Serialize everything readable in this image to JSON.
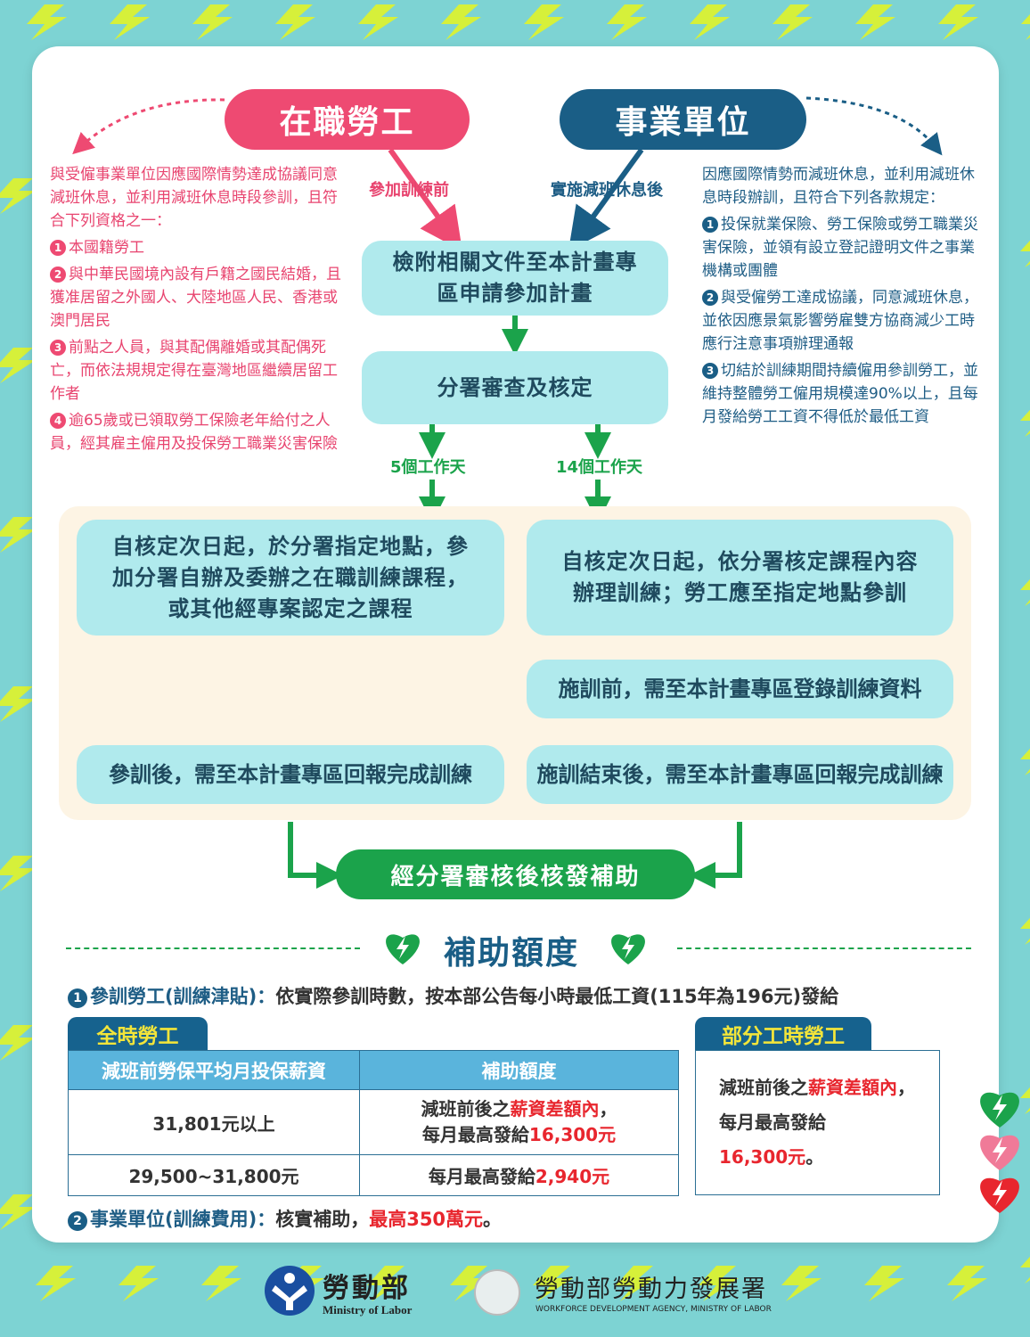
{
  "colors": {
    "background": "#7dd3d3",
    "bolt": "#d6f03a",
    "worker": "#ee4a72",
    "employer": "#1a5e86",
    "green": "#1ba34b",
    "red": "#e8262e"
  },
  "header": {
    "worker_title": "在職勞工",
    "employer_title": "事業單位",
    "worker_arrow_label": "參加訓練前",
    "employer_arrow_label": "實施減班休息後"
  },
  "worker": {
    "intro": "與受僱事業單位因應國際情勢達成協議同意減班休息，並利用減班休息時段參訓，且符合下列資格之一：",
    "items": [
      {
        "num": "1",
        "text": "本國籍勞工"
      },
      {
        "num": "2",
        "text": "與中華民國境內設有戶籍之國民結婚，且獲准居留之外國人、大陸地區人民、香港或澳門居民"
      },
      {
        "num": "3",
        "text": "前點之人員，與其配偶離婚或其配偶死亡，而依法規規定得在臺灣地區繼續居留工作者"
      },
      {
        "num": "4",
        "text": "逾65歲或已領取勞工保險老年給付之人員，經其雇主僱用及投保勞工職業災害保險"
      }
    ]
  },
  "employer": {
    "intro": "因應國際情勢而減班休息，並利用減班休息時段辦訓，且符合下列各款規定：",
    "items": [
      {
        "num": "1",
        "text": "投保就業保險、勞工保險或勞工職業災害保險，並領有設立登記證明文件之事業機構或團體"
      },
      {
        "num": "2",
        "text": "與受僱勞工達成協議，同意減班休息，並依因應景氣影響勞雇雙方協商減少工時應行注意事項辦理通報"
      },
      {
        "num": "3",
        "text": "切結於訓練期間持續僱用參訓勞工，並維持整體勞工僱用規模達90%以上，且每月發給勞工工資不得低於最低工資"
      }
    ]
  },
  "flow": {
    "apply": "檢附相關文件至本計畫專區申請參加計畫",
    "review": "分署審查及核定",
    "days_left": "5個工作天",
    "days_right": "14個工作天",
    "left_step": "自核定次日起，於分署指定地點，參加分署自辦及委辦之在職訓練課程，或其他經專案認定之課程",
    "left_report": "參訓後，需至本計畫專區回報完成訓練",
    "right_step": "自核定次日起，依分署核定課程內容辦理訓練；勞工應至指定地點參訓",
    "right_register": "施訓前，需至本計畫專區登錄訓練資料",
    "right_report": "施訓結束後，需至本計畫專區回報完成訓練",
    "final": "經分署審核後核發補助"
  },
  "subsidy": {
    "title": "補助額度",
    "item1_num": "1",
    "item1_label": "參訓勞工(訓練津貼)：",
    "item1_text": "依實際參訓時數，按本部公告每小時最低工資(115年為196元)發給",
    "fulltime_tab": "全時勞工",
    "col1": "減班前勞保平均月投保薪資",
    "col2": "補助額度",
    "rows": [
      {
        "range": "31,801元以上",
        "a": "減班前後之",
        "b": "薪資差額內",
        "c": "，",
        "d": "每月最高發給",
        "e": "16,300元"
      },
      {
        "range": "29,500~31,800元",
        "d": "每月最高發給",
        "e": "2,940元"
      }
    ],
    "parttime_tab": "部分工時勞工",
    "pt_a": "減班前後之",
    "pt_b": "薪資差額內",
    "pt_c": "，每月最高發給",
    "pt_d": "16,300元",
    "pt_e": "。",
    "item2_num": "2",
    "item2_label": "事業單位(訓練費用)：",
    "item2_text": "核實補助，",
    "item2_red": "最高350萬元",
    "item2_end": "。"
  },
  "footer": {
    "mol_zh": "勞動部",
    "mol_en": "Ministry of Labor",
    "wda_zh": "勞動部勞動力發展署",
    "wda_en": "WORKFORCE DEVELOPMENT AGENCY, MINISTRY OF LABOR"
  }
}
